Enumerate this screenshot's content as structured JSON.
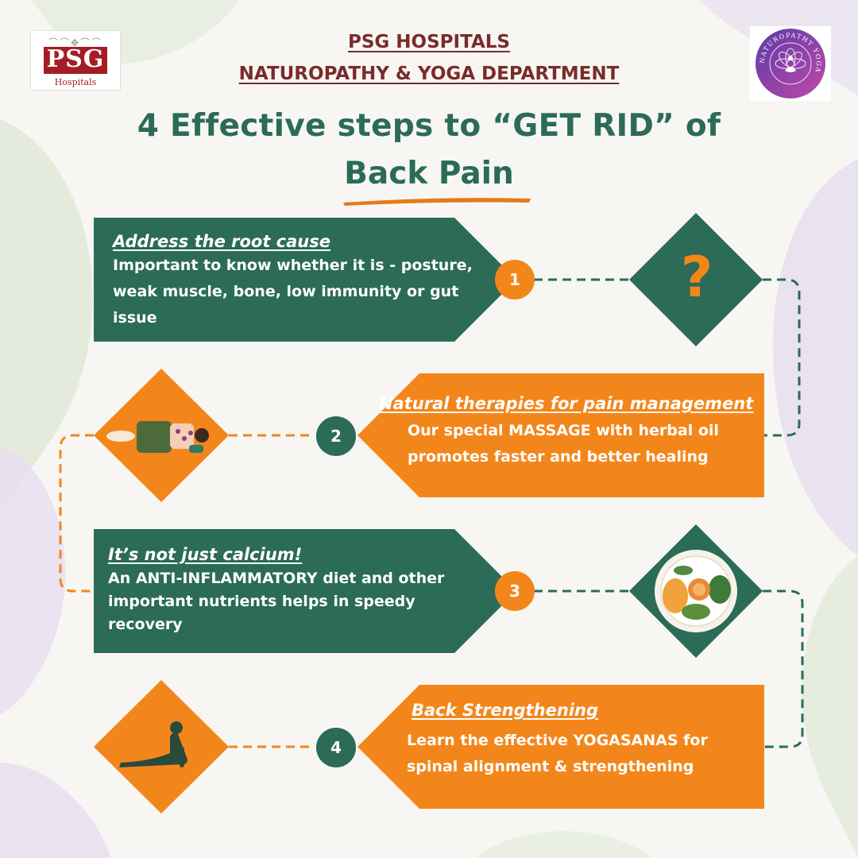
{
  "header": {
    "org_name": "PSG HOSPITALS",
    "department": "NATUROPATHY & YOGA DEPARTMENT",
    "title_line1": "4 Effective steps to “GET RID” of",
    "title_line2": "Back Pain"
  },
  "logos": {
    "psg": {
      "main_text": "PSG",
      "sub_text": "Hospitals"
    },
    "naturopathy": {
      "ring_text": "NATUROPATHY YOGA"
    }
  },
  "steps": [
    {
      "number": "1",
      "heading": "Address the root cause",
      "body_lines": [
        "Important to know whether it is - posture,",
        "weak muscle, bone, low immunity or gut",
        "issue"
      ],
      "icon": "question-mark-icon",
      "icon_text": "?"
    },
    {
      "number": "2",
      "heading": "Natural therapies for pain management",
      "body_lines": [
        "Our special MASSAGE with herbal oil",
        "promotes faster and better healing"
      ],
      "icon": "massage-icon"
    },
    {
      "number": "3",
      "heading": "It’s not just calcium!",
      "body_lines": [
        "An ANTI-INFLAMMATORY diet and other",
        "important nutrients helps in speedy",
        "recovery"
      ],
      "icon": "food-plate-icon"
    },
    {
      "number": "4",
      "heading": "Back Strengthening",
      "body_lines": [
        "Learn the effective YOGASANAS for",
        "spinal alignment & strengthening"
      ],
      "icon": "cobra-pose-icon"
    }
  ],
  "colors": {
    "green": "#2b6b57",
    "orange": "#f3861a",
    "maroon": "#7a2b2b",
    "background": "#f7f6f3"
  }
}
